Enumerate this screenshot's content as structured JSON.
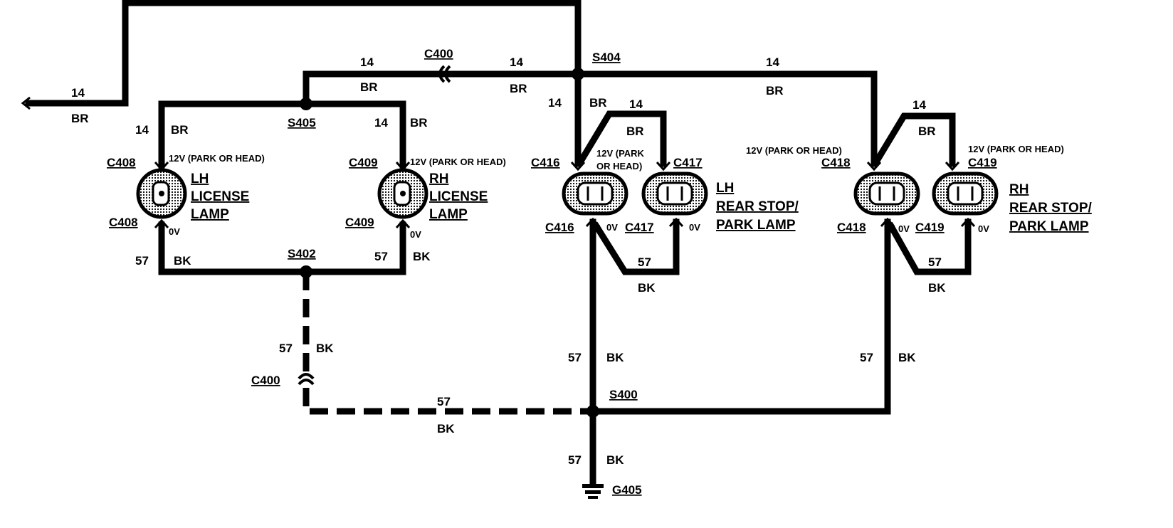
{
  "wires": {
    "br": {
      "circuit": "14",
      "color": "BR"
    },
    "bk": {
      "circuit": "57",
      "color": "BK"
    }
  },
  "voltage_label": "12V (PARK OR HEAD)",
  "voltage_label_split": [
    "12V (PARK",
    "OR HEAD)"
  ],
  "zero_volt": "0V",
  "splices": {
    "s404": "S404",
    "s405": "S405",
    "s402": "S402",
    "s400": "S400"
  },
  "connectors": {
    "c400": "C400",
    "c408": "C408",
    "c409": "C409",
    "c416": "C416",
    "c417": "C417",
    "c418": "C418",
    "c419": "C419"
  },
  "ground": "G405",
  "lamps": {
    "lh_license": [
      "LH",
      "LICENSE",
      "LAMP"
    ],
    "rh_license": [
      "RH",
      "LICENSE",
      "LAMP"
    ],
    "lh_rear": [
      "LH",
      "REAR STOP/",
      "PARK LAMP"
    ],
    "rh_rear": [
      "RH",
      "REAR STOP/",
      "PARK LAMP"
    ]
  }
}
